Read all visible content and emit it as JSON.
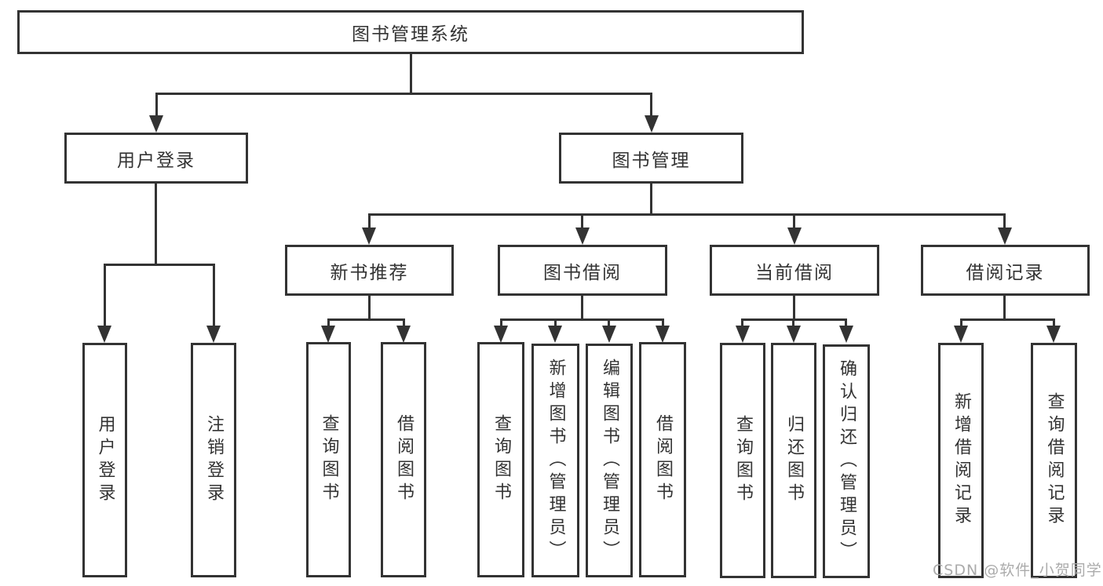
{
  "diagram": {
    "root": {
      "label": "图书管理系统"
    },
    "branches": {
      "login": {
        "label": "用户登录",
        "children": [
          {
            "label": "用户登录"
          },
          {
            "label": "注销登录"
          }
        ]
      },
      "management": {
        "label": "图书管理",
        "children": [
          {
            "label": "新书推荐",
            "children": [
              {
                "label": "查询图书"
              },
              {
                "label": "借阅图书"
              }
            ]
          },
          {
            "label": "图书借阅",
            "children": [
              {
                "label": "查询图书"
              },
              {
                "label": "新增图书（管理员）"
              },
              {
                "label": "编辑图书（管理员）"
              },
              {
                "label": "借阅图书"
              }
            ]
          },
          {
            "label": "当前借阅",
            "children": [
              {
                "label": "查询图书"
              },
              {
                "label": "归还图书"
              },
              {
                "label": "确认归还（管理员）"
              }
            ]
          },
          {
            "label": "借阅记录",
            "children": [
              {
                "label": "新增借阅记录"
              },
              {
                "label": "查询借阅记录"
              }
            ]
          }
        ]
      }
    },
    "watermark": "CSDN @软件_小贺同学"
  },
  "colors": {
    "line": "#333333",
    "box_border": "#333333",
    "text": "#333333",
    "watermark": "#ababab",
    "background": "#ffffff"
  }
}
